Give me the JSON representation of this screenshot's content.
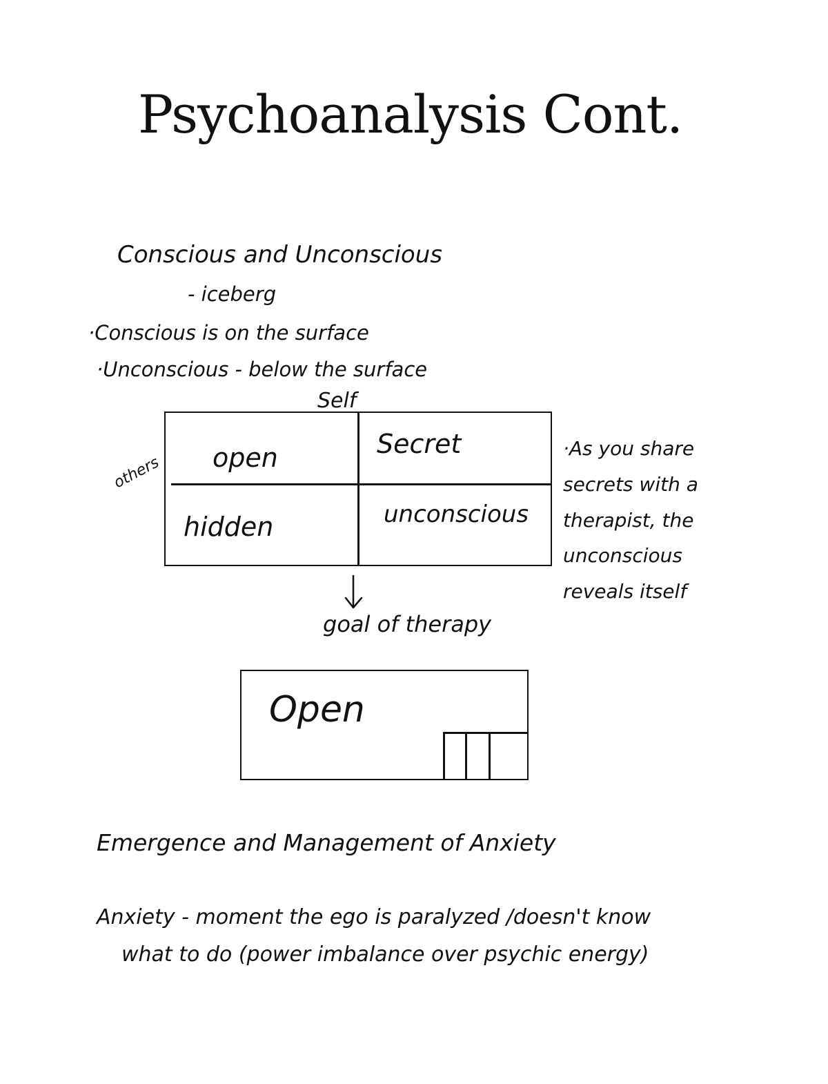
{
  "title": "Psychoanalysis Cont.",
  "section1": {
    "heading": "Conscious and Unconscious",
    "subheading": "- iceberg",
    "bullets": [
      "·Conscious is on the surface",
      "·Unconscious - below the surface"
    ]
  },
  "window_diagram": {
    "top_label": "Self",
    "side_label": "others",
    "cells": [
      "open",
      "Secret",
      "hidden",
      "unconscious"
    ],
    "side_note": "·As you share\nsecrets with a\ntherapist, the\nunconscious\nreveals itself",
    "arrow_icon": "down-arrow-icon",
    "goal_label": "goal of therapy",
    "goal_box_label": "Open"
  },
  "section2": {
    "heading": "Emergence and Management of Anxiety",
    "definition_line1": "Anxiety - moment the ego is paralyzed /doesn't know",
    "definition_line2": "what to do (power imbalance over psychic energy)"
  },
  "colors": {
    "ink": "#111111",
    "paper": "#ffffff"
  }
}
